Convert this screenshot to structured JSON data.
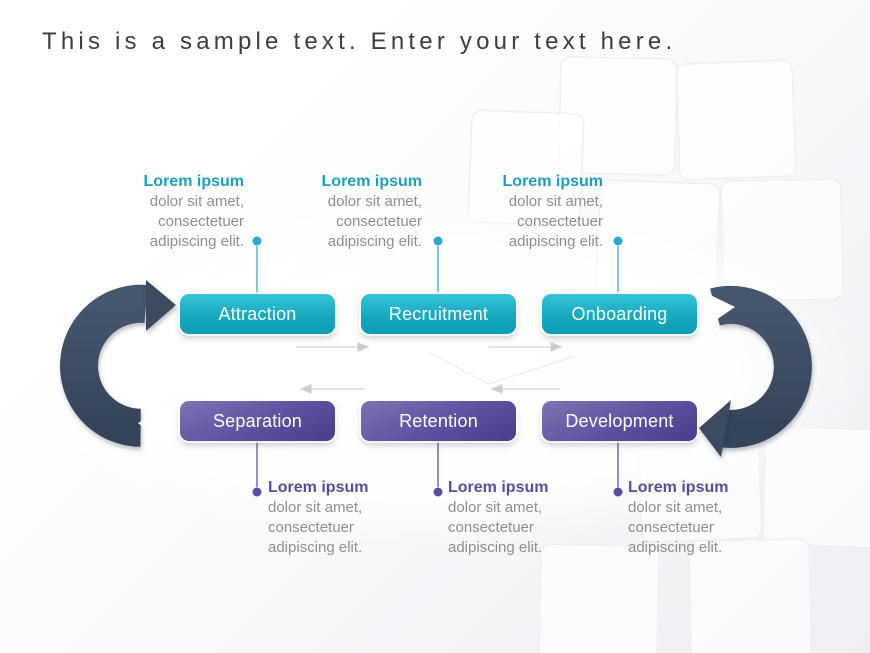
{
  "title": "This is a sample text. Enter your text here.",
  "top_steps": [
    {
      "label": "Attraction",
      "note": {
        "heading": "Lorem ipsum",
        "body": "dolor sit amet, consectetuer adipiscing elit."
      }
    },
    {
      "label": "Recruitment",
      "note": {
        "heading": "Lorem ipsum",
        "body": "dolor sit amet, consectetuer adipiscing elit."
      }
    },
    {
      "label": "Onboarding",
      "note": {
        "heading": "Lorem ipsum",
        "body": "dolor sit amet, consectetuer adipiscing elit."
      }
    }
  ],
  "bottom_steps": [
    {
      "label": "Separation",
      "note": {
        "heading": "Lorem ipsum",
        "body": "dolor sit amet, consectetuer adipiscing elit."
      }
    },
    {
      "label": "Retention",
      "note": {
        "heading": "Lorem ipsum",
        "body": "dolor sit amet, consectetuer adipiscing elit."
      }
    },
    {
      "label": "Development",
      "note": {
        "heading": "Lorem ipsum",
        "body": "dolor sit amet, consectetuer adipiscing elit."
      }
    }
  ],
  "colors": {
    "teal_box_top": "#35c3d7",
    "teal_box_bottom": "#0c9cb4",
    "purple_box_top": "#7e73b5",
    "purple_box_bottom": "#4a3d8c",
    "teal_accent": "#1d9fbc",
    "purple_accent": "#5b4b9d",
    "cycle_arrow": "#3d4b60",
    "body_text": "#8e8e8e",
    "title_text": "#3d3d3d"
  }
}
